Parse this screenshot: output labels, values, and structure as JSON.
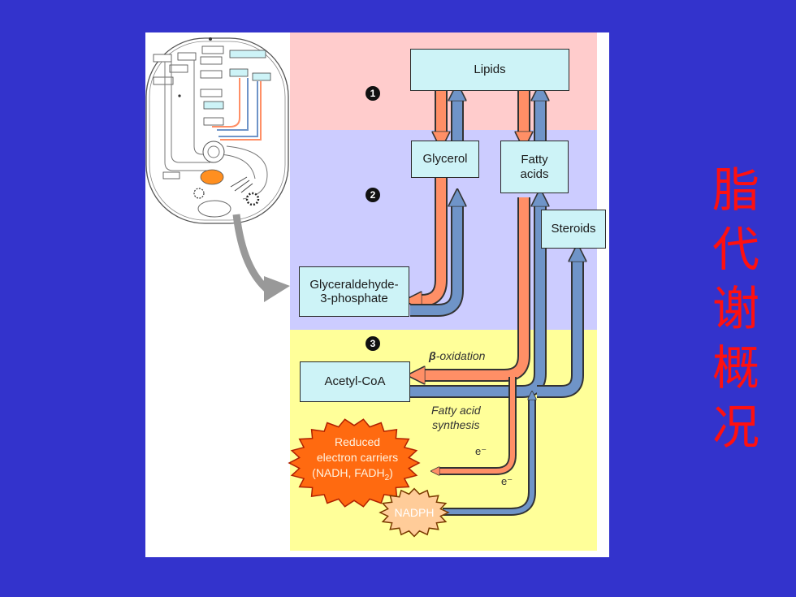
{
  "side_title": [
    "脂",
    "代",
    "谢",
    "概",
    "况"
  ],
  "steps": [
    "1",
    "2",
    "3"
  ],
  "boxes": {
    "lipids": "Lipids",
    "glycerol": "Glycerol",
    "fatty_acids": "Fatty\nacids",
    "steroids": "Steroids",
    "gap": "Glyceraldehyde-\n3-phosphate",
    "acetyl": "Acetyl-CoA"
  },
  "labels": {
    "beta_symbol": "β",
    "beta_rest": "-oxidation",
    "synthesis": "Fatty acid\nsynthesis",
    "e1": "e⁻",
    "e2": "e⁻"
  },
  "carriers": {
    "reduced_1": "Reduced",
    "reduced_2": "electron carriers",
    "reduced_3": "(NADH, FADH",
    "reduced_sub": "2",
    "reduced_end": ")",
    "nadph": "NADPH"
  },
  "colors": {
    "background": "#3333cc",
    "zone1": "#ffcccc",
    "zone2": "#ccccff",
    "zone3": "#ffff99",
    "orange_arrow": "#ff8f66",
    "blue_arrow": "#6f94c8",
    "box_fill": "#cdf3f7",
    "title": "#ff1010"
  }
}
